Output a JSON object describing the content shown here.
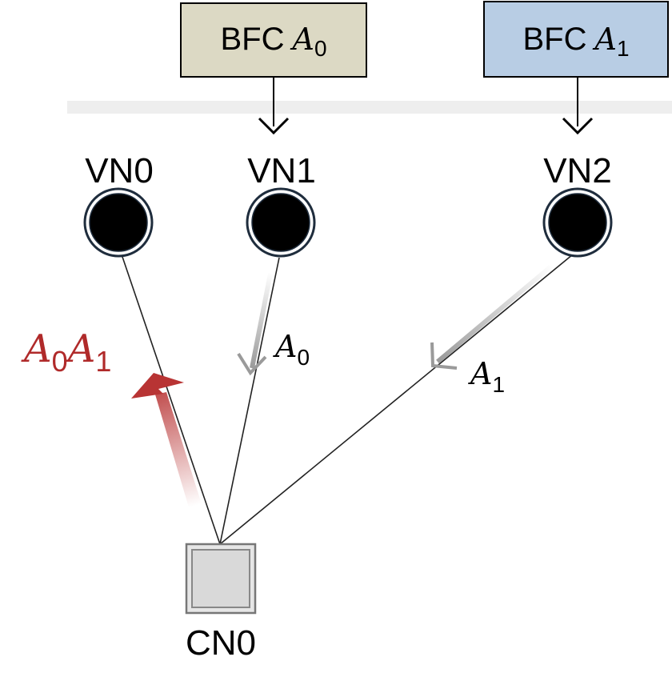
{
  "boxes": [
    {
      "id": "bfc0",
      "prefix": "BFC",
      "var": "A",
      "sub": "0",
      "fill": "#dcd9c4"
    },
    {
      "id": "bfc1",
      "prefix": "BFC",
      "var": "A",
      "sub": "1",
      "fill": "#b8cde4"
    }
  ],
  "variable_nodes": [
    {
      "id": "vn0",
      "label": "VN0"
    },
    {
      "id": "vn1",
      "label": "VN1"
    },
    {
      "id": "vn2",
      "label": "VN2"
    }
  ],
  "check_node": {
    "id": "cn0",
    "label": "CN0"
  },
  "messages": [
    {
      "id": "msg-vn1",
      "parts": [
        {
          "var": "A",
          "sub": "0"
        }
      ],
      "color": "#000000"
    },
    {
      "id": "msg-vn2",
      "parts": [
        {
          "var": "A",
          "sub": "1"
        }
      ],
      "color": "#000000"
    },
    {
      "id": "msg-out",
      "parts": [
        {
          "var": "A",
          "sub": "0"
        },
        {
          "var": "A",
          "sub": "1"
        }
      ],
      "color": "#b02a2a"
    }
  ],
  "colors": {
    "node_fill": "#000000",
    "node_ring": "#1f2d3d",
    "check_fill": "#d9d9d9",
    "separator": "#eeeeee",
    "out_arrow": "#b83434",
    "in_arrow": "#9a9a9a"
  }
}
